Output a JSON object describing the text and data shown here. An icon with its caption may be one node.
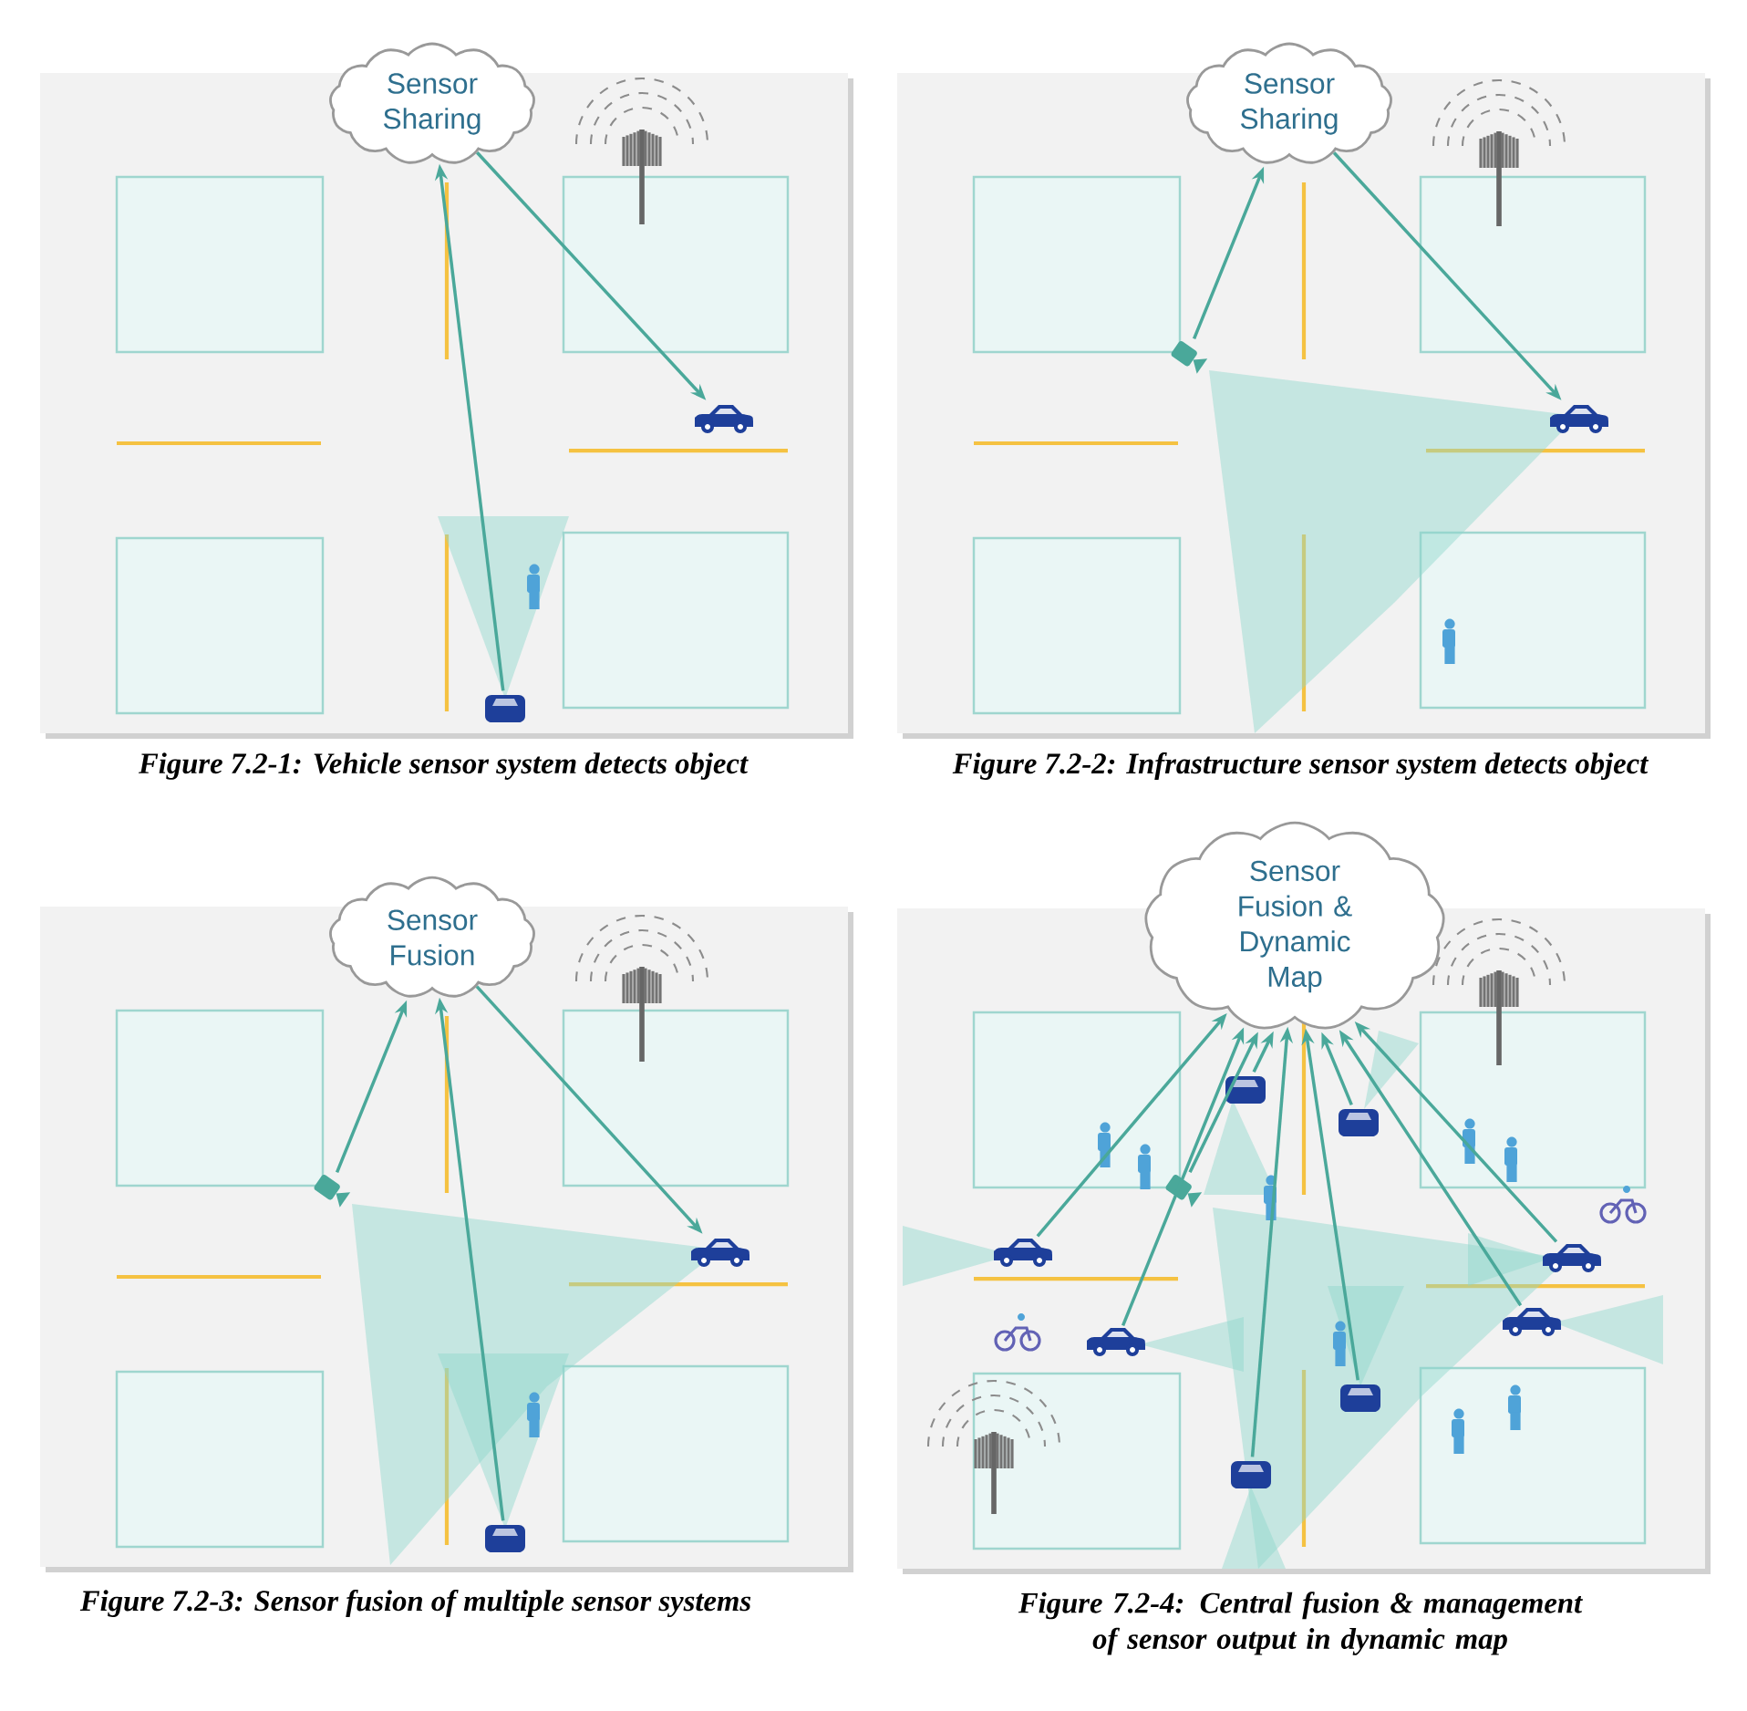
{
  "diagram": {
    "nodes": [
      {
        "text": [
          "Sensor Sharing"
        ]
      },
      {
        "text": [],
        "shape": "car"
      },
      {
        "text": [],
        "shape": "car"
      },
      {
        "text": [
          "Sensor Sharing"
        ]
      },
      {
        "text": [],
        "shape": "camera"
      },
      {
        "text": [],
        "shape": "car"
      },
      {
        "text": [
          "Sensor Fusion"
        ]
      },
      {
        "text": [],
        "shape": "camera"
      },
      {
        "text": [],
        "shape": "car"
      },
      {
        "text": [],
        "shape": "car"
      },
      {
        "text": [
          "Sensor Fusion & Dynamic Map"
        ]
      },
      {
        "text": [],
        "shape": "car"
      },
      {
        "text": [],
        "shape": "car"
      },
      {
        "text": [],
        "shape": "camera"
      },
      {
        "text": [],
        "shape": "car"
      },
      {
        "text": [],
        "shape": "car"
      },
      {
        "text": [],
        "shape": "car"
      },
      {
        "text": [],
        "shape": "car"
      },
      {
        "text": [],
        "shape": "car"
      },
      {
        "text": [],
        "shape": "car"
      }
    ],
    "edges": [
      {
        "from": 1,
        "to": 0,
        "arrow": "to"
      },
      {
        "from": 0,
        "to": 2,
        "arrow": "to"
      },
      {
        "from": 4,
        "to": 3,
        "arrow": "to"
      },
      {
        "from": 3,
        "to": 5,
        "arrow": "to"
      },
      {
        "from": 7,
        "to": 6,
        "arrow": "to"
      },
      {
        "from": 9,
        "to": 6,
        "arrow": "to"
      },
      {
        "from": 6,
        "to": 8,
        "arrow": "to"
      },
      {
        "from": 11,
        "to": 10,
        "arrow": "to"
      },
      {
        "from": 15,
        "to": 10,
        "arrow": "to"
      },
      {
        "from": 13,
        "to": 10,
        "arrow": "to"
      },
      {
        "from": 12,
        "to": 10,
        "arrow": "to"
      },
      {
        "from": 16,
        "to": 10,
        "arrow": "to"
      },
      {
        "from": 17,
        "to": 10,
        "arrow": "to"
      },
      {
        "from": 14,
        "to": 10,
        "arrow": "to"
      },
      {
        "from": 19,
        "to": 10,
        "arrow": "to"
      },
      {
        "from": 18,
        "to": 10,
        "arrow": "to"
      }
    ],
    "labels": [
      "Figure 7.2-1: Vehicle sensor system detects object",
      "Figure 7.2-2: Infrastructure sensor system detects object",
      "Figure 7.2-3: Sensor fusion of multiple sensor systems",
      "Figure 7.2-4: Central fusion & management of sensor output in dynamic map"
    ]
  }
}
